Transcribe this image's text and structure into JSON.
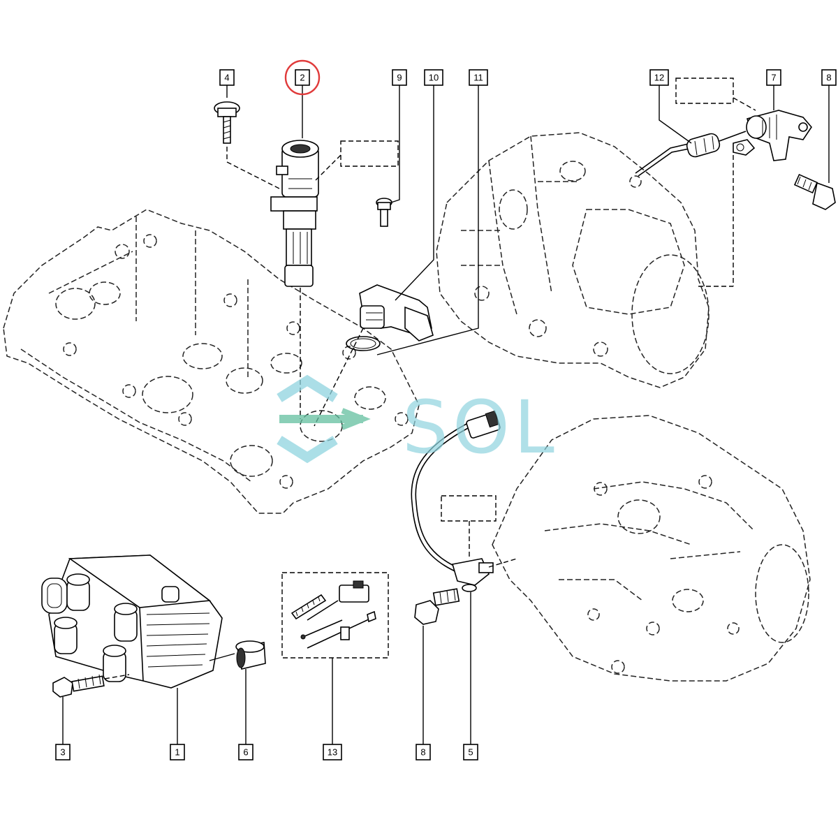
{
  "diagram": {
    "labels": [
      "1",
      "2",
      "3",
      "4",
      "5",
      "6",
      "7",
      "8",
      "8",
      "9",
      "10",
      "11",
      "12",
      "13"
    ],
    "watermark": "SOL",
    "highlight_color": "#e03a3a",
    "watermark_color": "#8fd4df"
  }
}
